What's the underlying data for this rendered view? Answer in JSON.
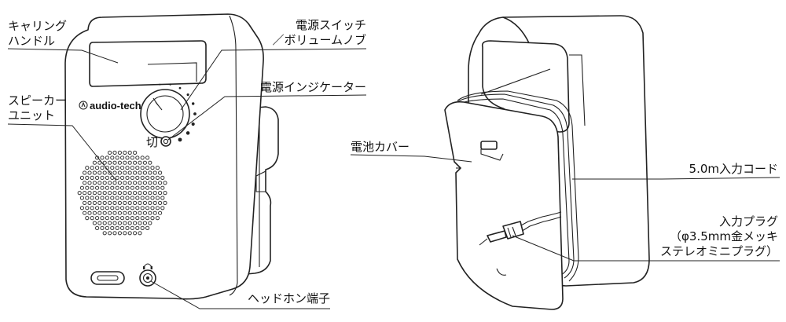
{
  "labels": {
    "carrying_handle": [
      "キャリング",
      "ハンドル"
    ],
    "power_switch": [
      "電源スイッチ",
      "／ボリュームノブ"
    ],
    "power_indicator": "電源インジケーター",
    "speaker_unit": [
      "スピーカー",
      "ユニット"
    ],
    "headphone_jack": "ヘッドホン端子",
    "battery_cover": "電池カバー",
    "cord": "5.0m入力コード",
    "input_plug": [
      "入力プラグ",
      "（φ3.5mm金メッキ",
      "ステレオミニプラグ）"
    ]
  },
  "device": {
    "brand": "audio-technica",
    "off_mark": "切"
  }
}
